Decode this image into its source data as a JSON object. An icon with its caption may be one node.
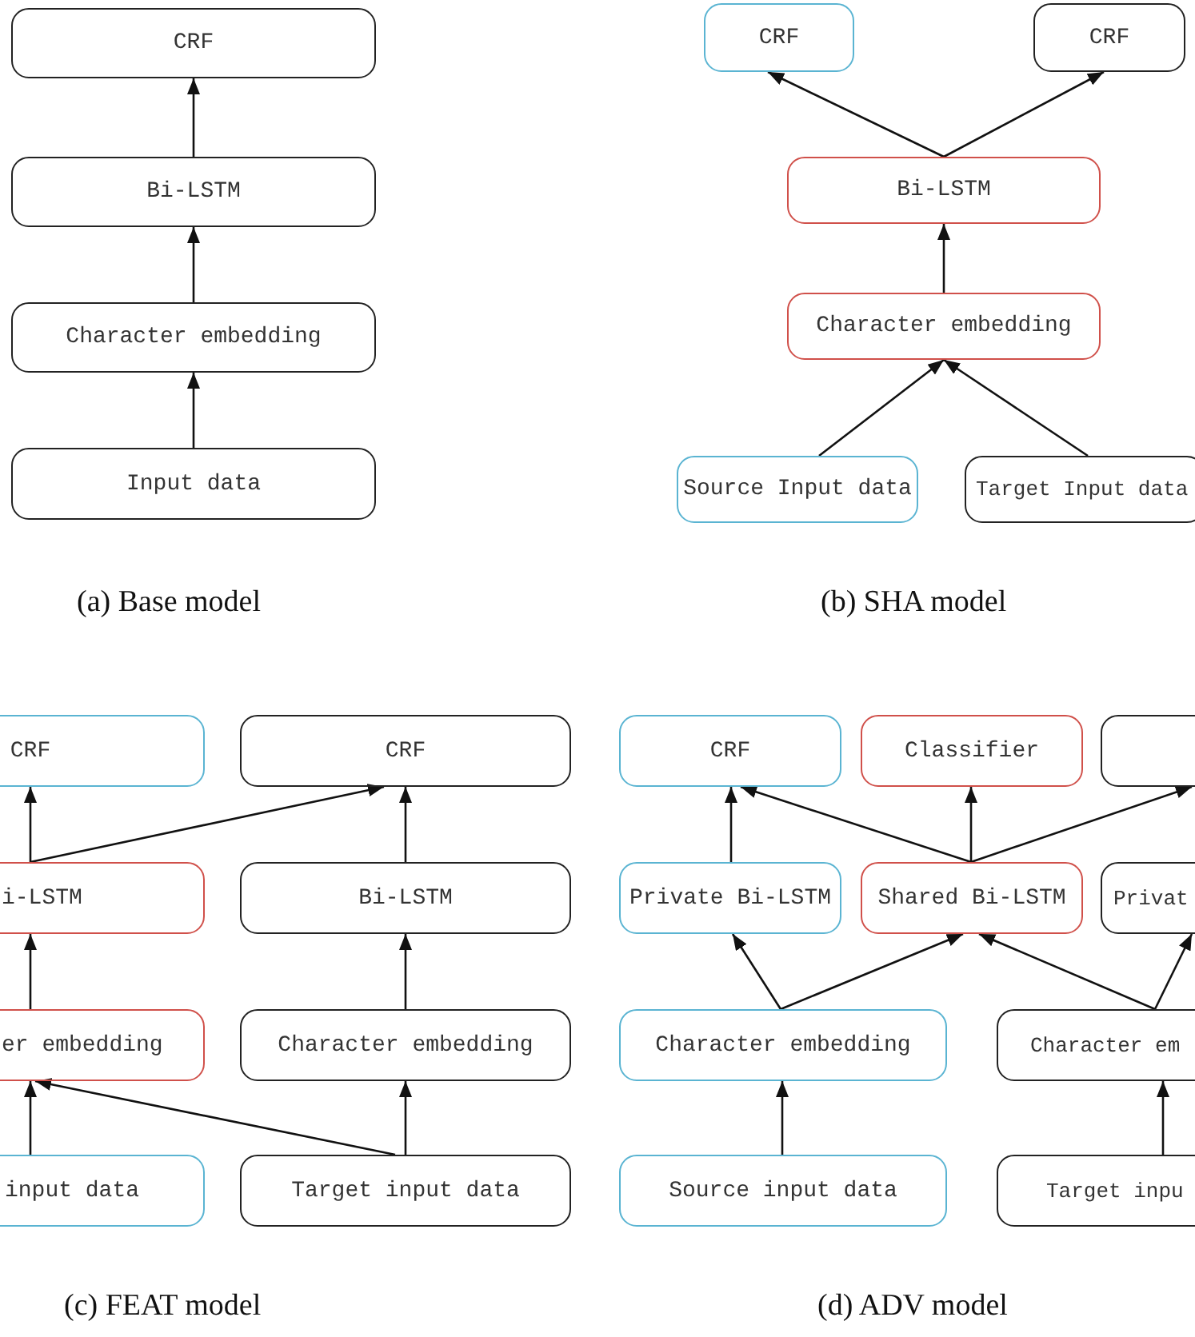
{
  "diagram": {
    "nodes": [
      {
        "text": [
          "CRF"
        ]
      },
      {
        "text": [
          "Bi-LSTM"
        ]
      },
      {
        "text": [
          "Character embedding"
        ]
      },
      {
        "text": [
          "Input data"
        ]
      },
      {
        "text": [
          "CRF"
        ]
      },
      {
        "text": [
          "CRF"
        ]
      },
      {
        "text": [
          "Bi-LSTM"
        ]
      },
      {
        "text": [
          "Character embedding"
        ]
      },
      {
        "text": [
          "Source Input data"
        ]
      },
      {
        "text": [
          "Target Input data"
        ]
      },
      {
        "text": [
          "CRF"
        ]
      },
      {
        "text": [
          "CRF"
        ]
      },
      {
        "text": [
          "i-LSTM"
        ]
      },
      {
        "text": [
          "Bi-LSTM"
        ]
      },
      {
        "text": [
          "er embedding"
        ]
      },
      {
        "text": [
          "Character embedding"
        ]
      },
      {
        "text": [
          "input data"
        ]
      },
      {
        "text": [
          "Target input data"
        ]
      },
      {
        "text": [
          "CRF"
        ]
      },
      {
        "text": [
          "Classifier"
        ]
      },
      {
        "text": [],
        "shape": "box"
      },
      {
        "text": [
          "Private Bi-LSTM"
        ]
      },
      {
        "text": [
          "Shared Bi-LSTM"
        ]
      },
      {
        "text": [
          "Privat"
        ]
      },
      {
        "text": [
          "Character embedding"
        ]
      },
      {
        "text": [
          "Character em"
        ]
      },
      {
        "text": [
          "Source input data"
        ]
      },
      {
        "text": [
          "Target inpu"
        ]
      }
    ],
    "edges": [
      {
        "from": 3,
        "to": 2,
        "arrow": "to"
      },
      {
        "from": 2,
        "to": 1,
        "arrow": "to"
      },
      {
        "from": 1,
        "to": 0,
        "arrow": "to"
      },
      {
        "from": 6,
        "to": 4,
        "arrow": "to"
      },
      {
        "from": 6,
        "to": 5,
        "arrow": "to"
      },
      {
        "from": 7,
        "to": 6,
        "arrow": "to"
      },
      {
        "from": 8,
        "to": 7,
        "arrow": "to"
      },
      {
        "from": 9,
        "to": 7,
        "arrow": "to"
      },
      {
        "from": 12,
        "to": 10,
        "arrow": "to"
      },
      {
        "from": 12,
        "to": 11,
        "arrow": "to"
      },
      {
        "from": 13,
        "to": 11,
        "arrow": "to"
      },
      {
        "from": 14,
        "to": 12,
        "arrow": "to"
      },
      {
        "from": 15,
        "to": 13,
        "arrow": "to"
      },
      {
        "from": 16,
        "to": 14,
        "arrow": "to"
      },
      {
        "from": 17,
        "to": 14,
        "arrow": "to"
      },
      {
        "from": 17,
        "to": 15,
        "arrow": "to"
      },
      {
        "from": 21,
        "to": 18,
        "arrow": "to"
      },
      {
        "from": 22,
        "to": 18,
        "arrow": "to"
      },
      {
        "from": 22,
        "to": 19,
        "arrow": "to"
      },
      {
        "from": 22,
        "to": 20,
        "arrow": "to"
      },
      {
        "from": 24,
        "to": 21,
        "arrow": "to"
      },
      {
        "from": 24,
        "to": 22,
        "arrow": "to"
      },
      {
        "from": 25,
        "to": 22,
        "arrow": "to"
      },
      {
        "from": 25,
        "to": 23,
        "arrow": "to"
      },
      {
        "from": 26,
        "to": 24,
        "arrow": "to"
      },
      {
        "from": 27,
        "to": 25,
        "arrow": "to"
      }
    ],
    "labels": [
      "(a) Base model",
      "(b) SHA model",
      "(c) FEAT model",
      "(d) ADV model"
    ]
  }
}
